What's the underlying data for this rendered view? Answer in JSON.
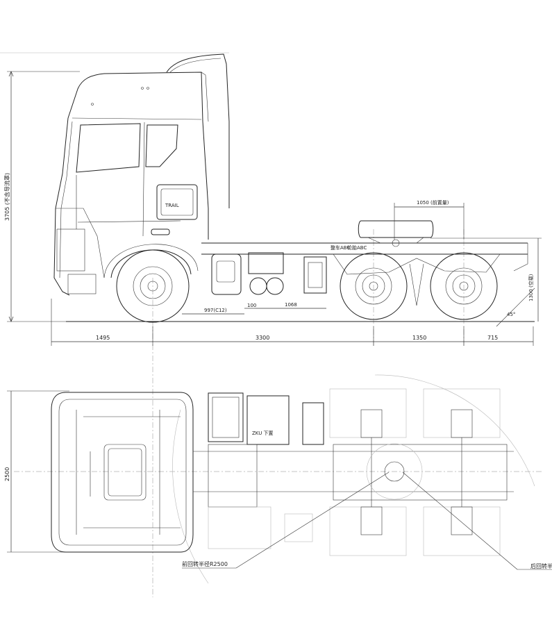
{
  "side_view": {
    "dimensions": {
      "overall_height": "3705 (不含导流罩)",
      "front_overhang": "1495",
      "wheelbase_1": "3300",
      "wheelbase_2": "1350",
      "rear_overhang": "715",
      "fifth_wheel_offset": "1050 (前置量)",
      "fifth_wheel_height": "1300 (空载)",
      "tank_offset": "997(C12)",
      "gap": "100",
      "battery_width": "1068",
      "departure_angle": "45°"
    },
    "frame_labels": {
      "left_tag": "整车ABC",
      "right_tag": "轮胎ABC"
    },
    "cab_tag": "TRAIL"
  },
  "top_view": {
    "dimensions": {
      "overall_width": "2500"
    },
    "labels": {
      "front_turning_radius": "前回转半径R2500",
      "rear_turning_radius": "后回转半"
    },
    "battery_box_tag": "ZKU 下置"
  }
}
